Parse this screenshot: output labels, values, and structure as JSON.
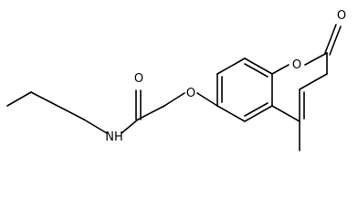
{
  "molecule": {
    "atom_labels": {
      "carbonyl_oxygen": "O",
      "ether_oxygen": "O",
      "amide_nitrogen": "NH",
      "ring_oxygen": "O",
      "lactone_oxygen": "O"
    }
  }
}
